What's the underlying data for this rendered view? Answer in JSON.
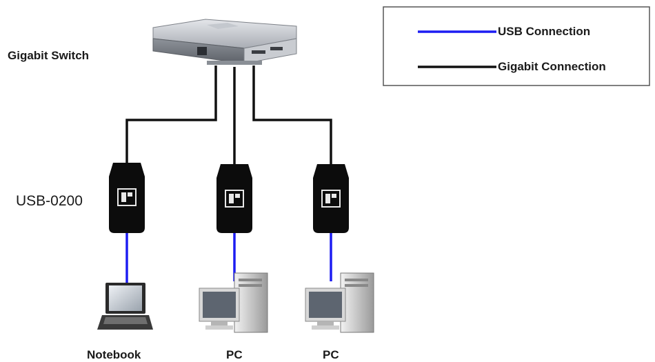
{
  "labels": {
    "switch": "Gigabit Switch",
    "adapter": "USB-0200",
    "notebook": "Notebook",
    "pc1": "PC",
    "pc2": "PC"
  },
  "legend": {
    "usb_label": "USB Connection",
    "gigabit_label": "Gigabit Connection"
  },
  "colors": {
    "usb_line": "#1d1df2",
    "gigabit_line": "#111111",
    "adapter_body": "#0c0c0c",
    "switch_body": "#b9bcc2"
  },
  "icons": {
    "switch": "network-switch-icon",
    "adapter": "usb-adapter-icon",
    "notebook": "laptop-icon",
    "pc": "desktop-pc-icon"
  }
}
